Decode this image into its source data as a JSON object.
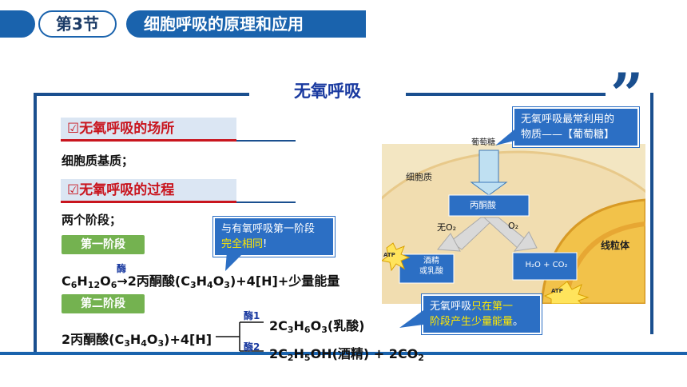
{
  "header": {
    "section": "第3节",
    "title": "细胞呼吸的原理和应用"
  },
  "main_title": "无氧呼吸",
  "quote_mark": "”",
  "place": {
    "heading": "☑无氧呼吸的场所",
    "text": "细胞质基质；"
  },
  "process": {
    "heading": "☑无氧呼吸的过程",
    "text": "两个阶段；"
  },
  "stage1": {
    "label": "第一阶段",
    "enzyme": "酶",
    "equation": {
      "reactant": [
        "C",
        "6",
        "H",
        "12",
        "O",
        "6"
      ],
      "arrow": "→",
      "p1": "2丙酮酸(C",
      "p1s1": "3",
      "p1b": "H",
      "p1s2": "4",
      "p1c": "O",
      "p1s3": "3",
      "rest": ")+4[H]+少量能量"
    }
  },
  "stage2": {
    "label": "第二阶段",
    "left_part": "2丙酮酸(C",
    "ls1": "3",
    "lb": "H",
    "ls2": "4",
    "lc": "O",
    "ls3": "3",
    "lrest": ")+4[H]",
    "branch1": {
      "enzyme": "酶1",
      "a": "2C",
      "s1": "3",
      "b": "H",
      "s2": "6",
      "c": "O",
      "s3": "3",
      "d": "(乳酸)"
    },
    "branch2": {
      "enzyme": "酶2",
      "a": "2C",
      "s1": "2",
      "b": "H",
      "s2": "5",
      "c": "OH(酒精)  +  2CO",
      "s3": "2"
    }
  },
  "callouts": {
    "same_stage": {
      "line1": "与有氧呼吸第一阶段",
      "line2_hl": "完全相同",
      "line2_end": "!"
    },
    "substance": {
      "line1": "无氧呼吸最常利用的",
      "line2": "物质——【葡萄糖】"
    },
    "energy": {
      "pre": "无氧呼吸",
      "hl1": "只在第一",
      "hl2": "阶段产生少量能量",
      "end": "。"
    }
  },
  "diagram": {
    "glucose": "葡萄糖",
    "cytoplasm": "细胞质",
    "pyruvate": "丙酮酸",
    "no_o2": "无O₂",
    "o2": "O₂",
    "alcohol_1": "酒精",
    "alcohol_2": "或乳酸",
    "water_co2": "H₂O + CO₂",
    "mito": "线粒体",
    "atp": "ATP"
  },
  "colors": {
    "blue": "#1a63ad",
    "red": "#c9151e",
    "green": "#74b250",
    "yellow": "#ffe800"
  }
}
